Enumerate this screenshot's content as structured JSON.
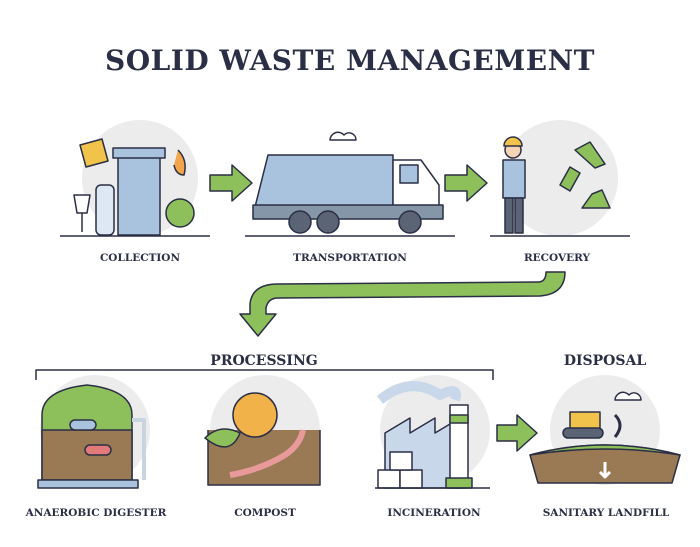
{
  "title": "SOLID WASTE MANAGEMENT",
  "colors": {
    "text": "#2b2f45",
    "arrow": "#8dc05a",
    "outline": "#2b2f45",
    "bubble": "#ececec"
  },
  "stages": [
    {
      "label": "COLLECTION",
      "icon": "recycle-bin-icon"
    },
    {
      "label": "TRANSPORTATION",
      "icon": "garbage-truck-icon"
    },
    {
      "label": "RECOVERY",
      "icon": "worker-recycling-icon"
    }
  ],
  "sections": {
    "processing": "PROCESSING",
    "disposal": "DISPOSAL"
  },
  "processing_steps": [
    {
      "label": "ANAEROBIC DIGESTER",
      "icon": "digester-tank-icon"
    },
    {
      "label": "COMPOST",
      "icon": "compost-bin-icon"
    },
    {
      "label": "INCINERATION",
      "icon": "factory-chimney-icon"
    }
  ],
  "disposal_steps": [
    {
      "label": "SANITARY LANDFILL",
      "icon": "landfill-bulldozer-icon"
    }
  ]
}
